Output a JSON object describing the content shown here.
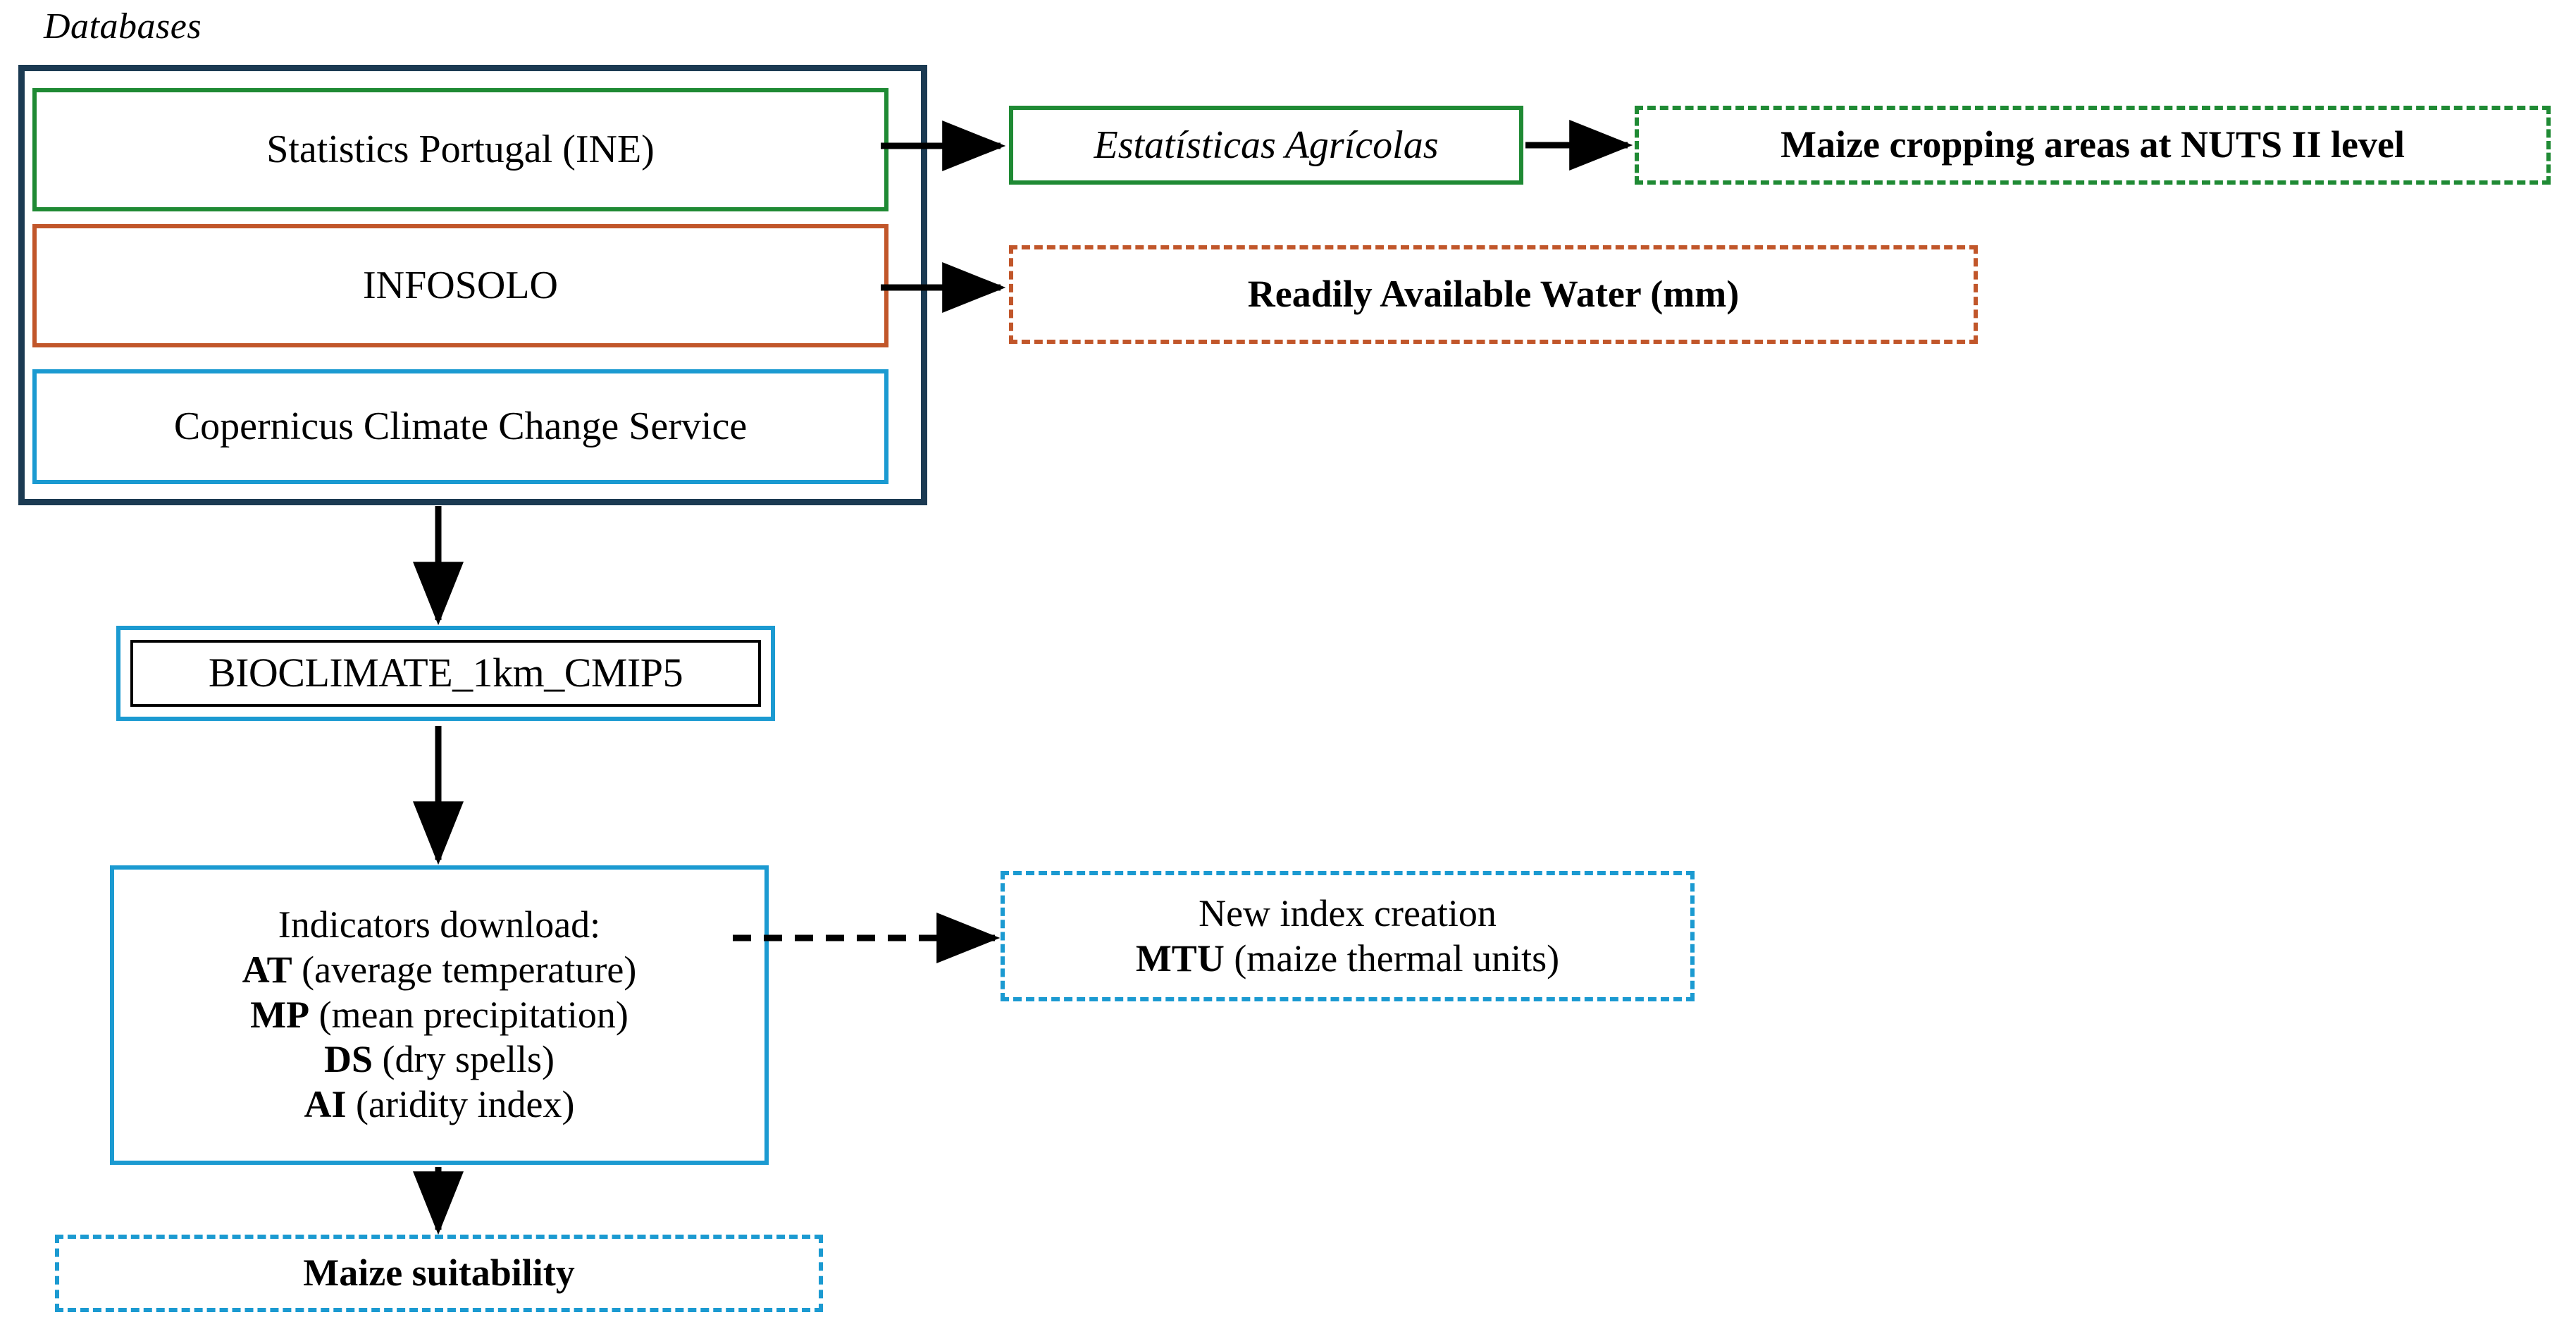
{
  "diagram": {
    "title_caption": "Databases",
    "colors": {
      "container_border": "#1b3a52",
      "green": "#1f8a34",
      "rust": "#c1562a",
      "blue": "#1b9ad1",
      "arrow": "#000000",
      "background": "#ffffff"
    },
    "databases": {
      "caption": "Databases",
      "sources": [
        {
          "id": "ine",
          "label": "Statistics Portugal (INE)",
          "border_color": "#1f8a34",
          "border_style": "solid"
        },
        {
          "id": "infosolo",
          "label": "INFOSOLO",
          "border_color": "#c1562a",
          "border_style": "solid"
        },
        {
          "id": "copernicus",
          "label": "Copernicus Climate Change Service",
          "border_color": "#1b9ad1",
          "border_style": "solid"
        }
      ]
    },
    "nodes": {
      "estatisticas": {
        "label": "Estatísticas Agrícolas",
        "border_color": "#1f8a34",
        "border_style": "solid",
        "italic": true
      },
      "nuts": {
        "label": "Maize cropping areas at NUTS II level",
        "border_color": "#1f8a34",
        "border_style": "dashed",
        "bold": true
      },
      "readily_available_water": {
        "label": "Readily Available Water (mm)",
        "border_color": "#c1562a",
        "border_style": "dashed",
        "bold": true
      },
      "bioclimate": {
        "label": "BIOCLIMATE_1km_CMIP5",
        "border_color": "#1b9ad1",
        "border_style": "solid",
        "inner_border_color": "#000000"
      },
      "indicators": {
        "heading": "Indicators download:",
        "border_color": "#1b9ad1",
        "border_style": "solid",
        "items": [
          {
            "abbr": "AT",
            "description": "(average temperature)"
          },
          {
            "abbr": "MP",
            "description": "(mean precipitation)"
          },
          {
            "abbr": "DS",
            "description": "(dry spells)"
          },
          {
            "abbr": "AI",
            "description": "(aridity index)"
          }
        ]
      },
      "mtu": {
        "heading": "New index creation",
        "abbr": "MTU",
        "description": "(maize thermal units)",
        "border_color": "#1b9ad1",
        "border_style": "dashed"
      },
      "suitability": {
        "label": "Maize suitability",
        "border_color": "#1b9ad1",
        "border_style": "dashed",
        "bold": true
      }
    },
    "connections": [
      {
        "from": "ine",
        "to": "estatisticas",
        "style": "solid",
        "direction": "right"
      },
      {
        "from": "estatisticas",
        "to": "nuts",
        "style": "solid",
        "direction": "right"
      },
      {
        "from": "infosolo",
        "to": "readily_available_water",
        "style": "solid",
        "direction": "right"
      },
      {
        "from": "databases-container",
        "to": "bioclimate",
        "style": "solid",
        "direction": "down"
      },
      {
        "from": "bioclimate",
        "to": "indicators",
        "style": "solid",
        "direction": "down"
      },
      {
        "from": "indicators",
        "to": "mtu",
        "style": "dashed",
        "direction": "right"
      },
      {
        "from": "indicators",
        "to": "suitability",
        "style": "solid",
        "direction": "down"
      }
    ]
  }
}
